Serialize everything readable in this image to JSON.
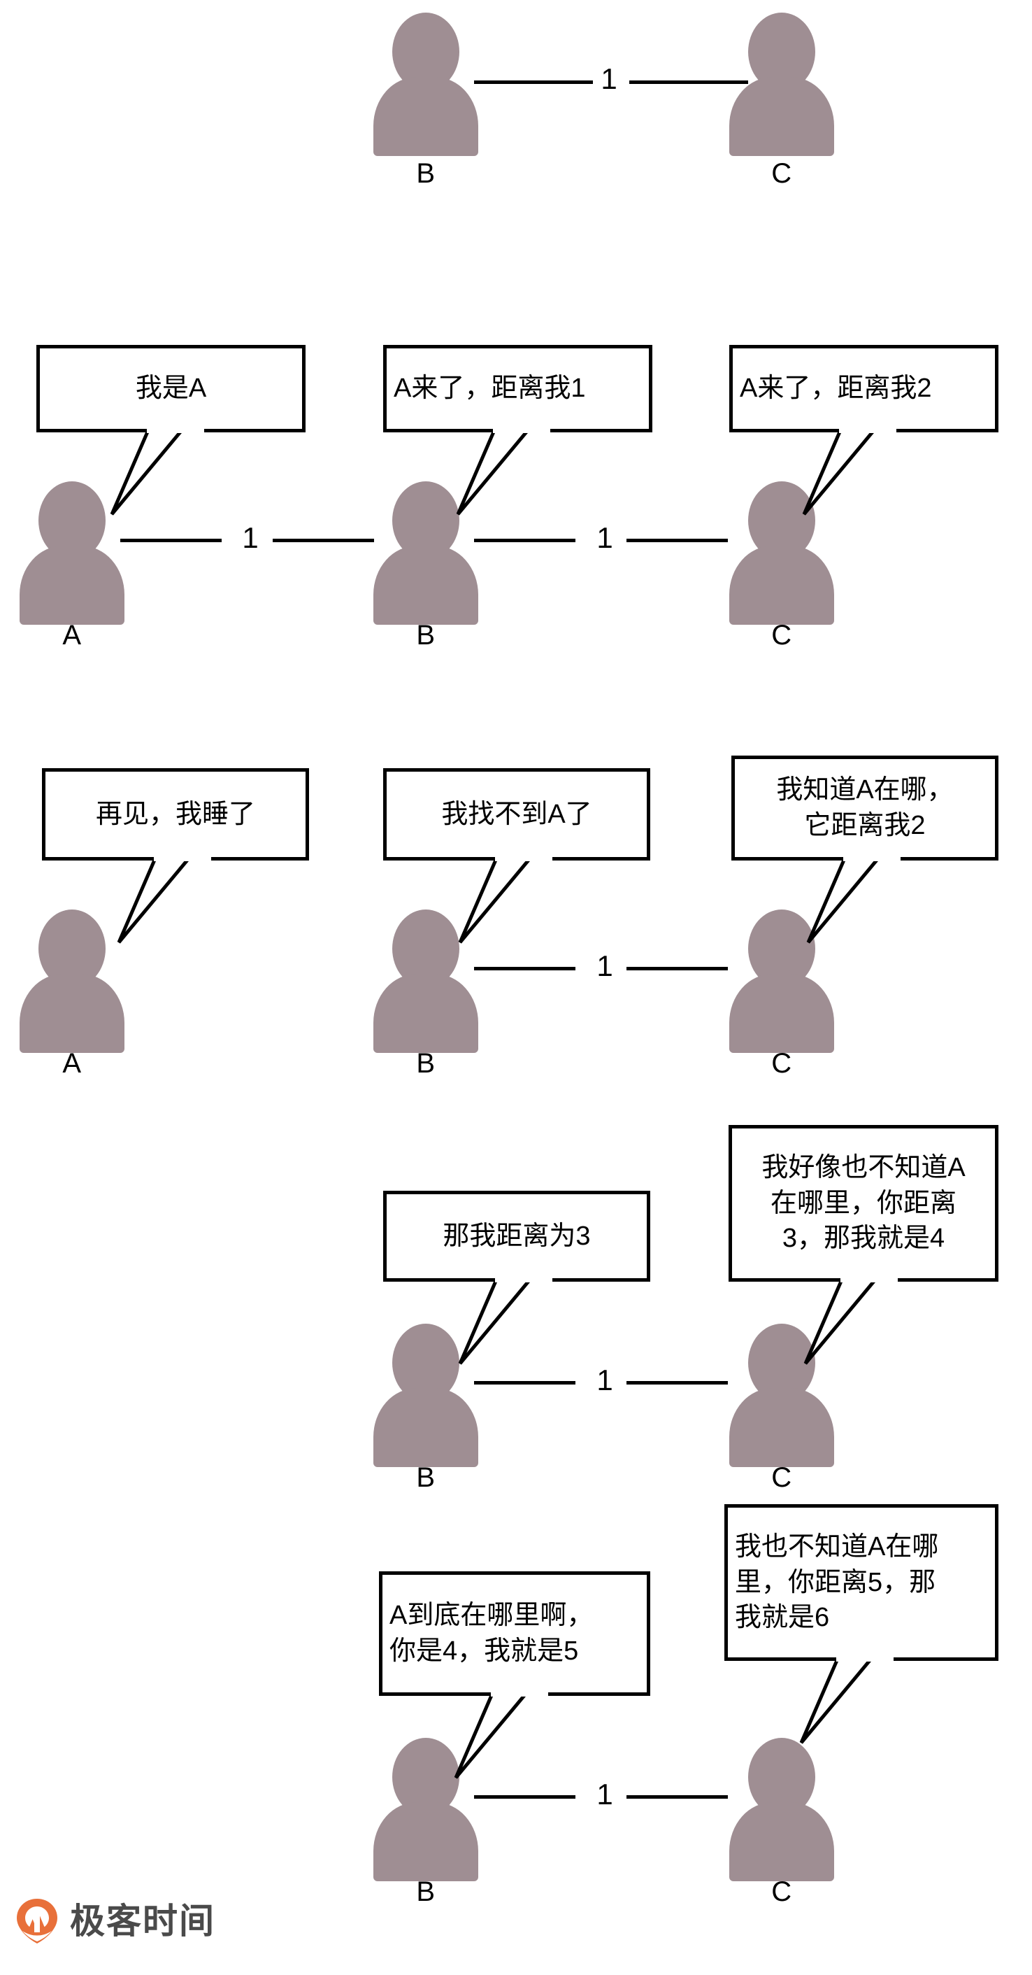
{
  "diagram": {
    "title": "Distance vector routing count-to-infinity gossip",
    "figure_color": "#9f8e93",
    "line_color": "#000000",
    "background": "#ffffff",
    "node_labels": {
      "a": "A",
      "b": "B",
      "c": "C"
    },
    "link_weight": "1"
  },
  "rows": [
    {
      "id": "row-1",
      "nodes": [
        {
          "id": "b",
          "label": "B",
          "bubble": null
        },
        {
          "id": "c",
          "label": "C",
          "bubble": null
        }
      ],
      "links": [
        {
          "from": "b",
          "to": "c",
          "weight": "1"
        }
      ]
    },
    {
      "id": "row-2",
      "nodes": [
        {
          "id": "a",
          "label": "A",
          "bubble": "我是A"
        },
        {
          "id": "b",
          "label": "B",
          "bubble": "A来了，距离我1"
        },
        {
          "id": "c",
          "label": "C",
          "bubble": "A来了，距离我2"
        }
      ],
      "links": [
        {
          "from": "a",
          "to": "b",
          "weight": "1"
        },
        {
          "from": "b",
          "to": "c",
          "weight": "1"
        }
      ]
    },
    {
      "id": "row-3",
      "nodes": [
        {
          "id": "a",
          "label": "A",
          "bubble": "再见，我睡了"
        },
        {
          "id": "b",
          "label": "B",
          "bubble": "我找不到A了"
        },
        {
          "id": "c",
          "label": "C",
          "bubble": "我知道A在哪，\n它距离我2"
        }
      ],
      "links": [
        {
          "from": "b",
          "to": "c",
          "weight": "1"
        }
      ]
    },
    {
      "id": "row-4",
      "nodes": [
        {
          "id": "b",
          "label": "B",
          "bubble": "那我距离为3"
        },
        {
          "id": "c",
          "label": "C",
          "bubble": "我好像也不知道A\n在哪里，你距离\n3，那我就是4"
        }
      ],
      "links": [
        {
          "from": "b",
          "to": "c",
          "weight": "1"
        }
      ]
    },
    {
      "id": "row-5",
      "nodes": [
        {
          "id": "b",
          "label": "B",
          "bubble": "A到底在哪里啊，\n你是4，我就是5"
        },
        {
          "id": "c",
          "label": "C",
          "bubble": "我也不知道A在哪\n里，你距离5，那\n我就是6"
        }
      ],
      "links": [
        {
          "from": "b",
          "to": "c",
          "weight": "1"
        }
      ]
    }
  ],
  "bubbles": {
    "r2a": "我是A",
    "r2b": "A来了，距离我1",
    "r2c": "A来了，距离我2",
    "r3a": "再见，我睡了",
    "r3b": "我找不到A了",
    "r3c": "我知道A在哪，\n它距离我2",
    "r4b": "那我距离为3",
    "r4c": "我好像也不知道A\n在哪里，你距离\n3，那我就是4",
    "r5b": "A到底在哪里啊，\n你是4，我就是5",
    "r5c": "我也不知道A在哪\n里，你距离5，那\n我就是6"
  },
  "labels": {
    "r1b": "B",
    "r1c": "C",
    "r2a": "A",
    "r2b": "B",
    "r2c": "C",
    "r3a": "A",
    "r3b": "B",
    "r3c": "C",
    "r4b": "B",
    "r4c": "C",
    "r5b": "B",
    "r5c": "C"
  },
  "weights": {
    "r1bc": "1",
    "r2ab": "1",
    "r2bc": "1",
    "r3bc": "1",
    "r4bc": "1",
    "r5bc": "1"
  },
  "footer": {
    "brand": "极客时间",
    "logo_color": "#e8703a",
    "brand_color": "#4a4a4a",
    "icon": "location-pin-icon"
  }
}
